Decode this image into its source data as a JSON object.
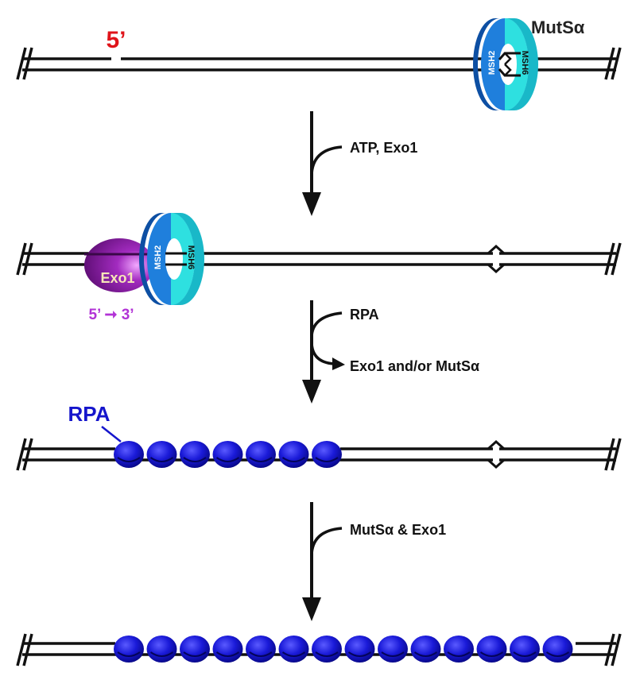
{
  "labels": {
    "five_prime": "5’",
    "mutsa_top": "MutSα",
    "step1": "ATP, Exo1",
    "step2_in": "RPA",
    "step2_out": "Exo1 and/or MutSα",
    "step3": "MutSα & Exo1",
    "rpa": "RPA",
    "exo1": "Exo1",
    "direction": "5’ ➞ 3’",
    "msh2": "MSH2",
    "msh6": "MSH6"
  },
  "colors": {
    "nick_label": "#e0141a",
    "exo1": "#8a1aa3",
    "direction_label": "#b233d6",
    "msh2": "#1f7fdc",
    "msh6": "#2ee0e0",
    "rpa": "#1515cc",
    "dna": "#111111"
  },
  "rows": [
    {
      "id": "row-1",
      "rpa_count": 0,
      "has_mismatch": true,
      "has_nick": true
    },
    {
      "id": "row-2",
      "rpa_count": 0,
      "has_mismatch": true,
      "has_nick": false
    },
    {
      "id": "row-3",
      "rpa_count": 7,
      "has_mismatch": true,
      "has_nick": false
    },
    {
      "id": "row-4",
      "rpa_count": 14,
      "has_mismatch": false,
      "has_nick": false
    }
  ]
}
